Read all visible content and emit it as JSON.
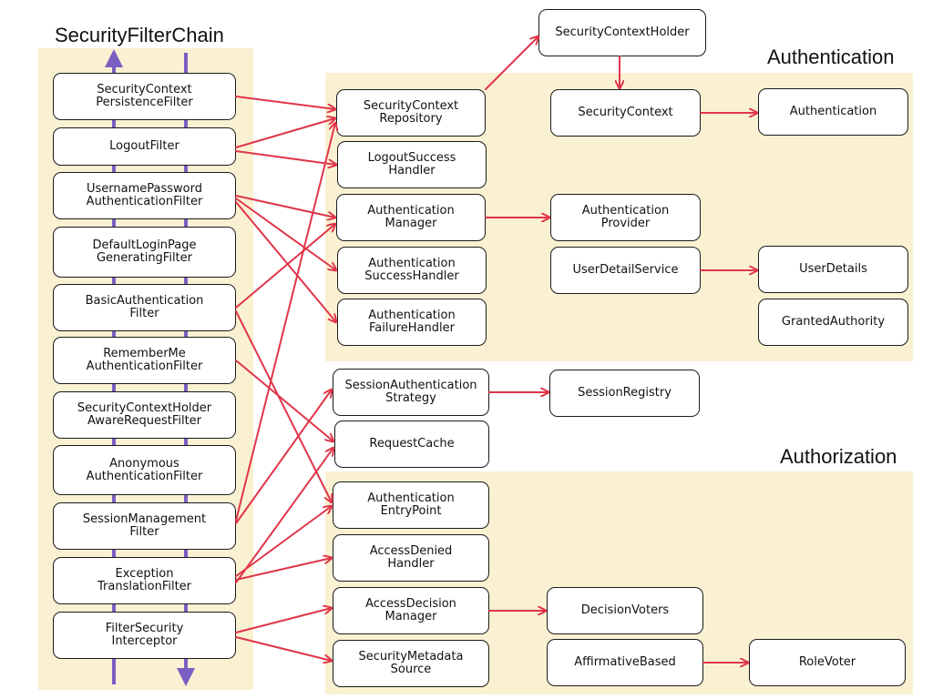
{
  "titles": {
    "filter_chain": "SecurityFilterChain",
    "authentication": "Authentication",
    "authorization": "Authorization"
  },
  "filters": [
    {
      "label": "SecurityContext\nPersistenceFilter"
    },
    {
      "label": "LogoutFilter"
    },
    {
      "label": "UsernamePassword\nAuthenticationFilter"
    },
    {
      "label": "DefaultLoginPage\nGeneratingFilter"
    },
    {
      "label": "BasicAuthentication\nFilter"
    },
    {
      "label": "RememberMe\nAuthenticationFilter"
    },
    {
      "label": "SecurityContextHolder\nAwareRequestFilter"
    },
    {
      "label": "Anonymous\nAuthenticationFilter"
    },
    {
      "label": "SessionManagement\nFilter"
    },
    {
      "label": "Exception\nTranslationFilter"
    },
    {
      "label": "FilterSecurity\nInterceptor"
    }
  ],
  "components": {
    "context_holder": "SecurityContextHolder",
    "context_repository": "SecurityContext\nRepository",
    "security_context": "SecurityContext",
    "authentication": "Authentication",
    "logout_success_handler": "LogoutSuccess\nHandler",
    "authentication_manager": "Authentication\nManager",
    "authentication_provider": "Authentication\nProvider",
    "auth_success_handler": "Authentication\nSuccessHandler",
    "user_detail_service": "UserDetailService",
    "user_details": "UserDetails",
    "auth_failure_handler": "Authentication\nFailureHandler",
    "granted_authority": "GrantedAuthority",
    "session_auth_strategy": "SessionAuthentication\nStrategy",
    "session_registry": "SessionRegistry",
    "request_cache": "RequestCache",
    "auth_entry_point": "Authentication\nEntryPoint",
    "access_denied_handler": "AccessDenied\nHandler",
    "access_decision_manager": "AccessDecision\nManager",
    "decision_voters": "DecisionVoters",
    "affirmative_based": "AffirmativeBased",
    "security_metadata_source": "SecurityMetadata\nSource",
    "role_voter": "RoleVoter"
  },
  "colors": {
    "panel": "#faf1d2",
    "arrow": "#e0354a",
    "flow": "#7a5ec2"
  }
}
